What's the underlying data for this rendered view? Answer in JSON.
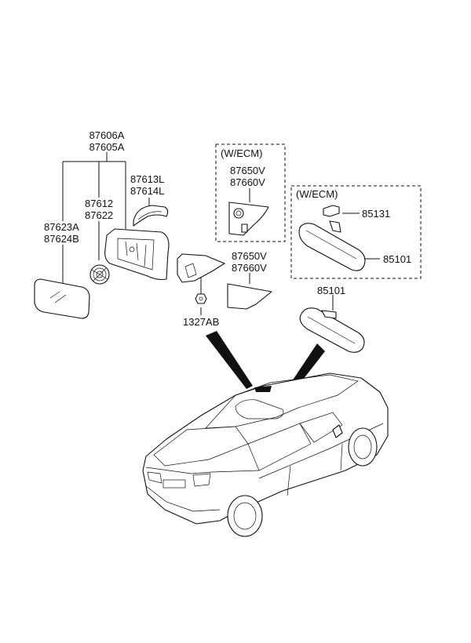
{
  "diagram": {
    "labels": {
      "assy_upper": "87606A",
      "assy_lower": "87605A",
      "cover_upper": "87613L",
      "cover_lower": "87614L",
      "actuator_upper": "87612",
      "actuator_lower": "87622",
      "glass_upper": "87623A",
      "glass_lower": "87624B",
      "ecm_box1_title": "(W/ECM)",
      "ecm_cover_upper": "87650V",
      "ecm_cover_lower": "87660V",
      "ecm_box2_title": "(W/ECM)",
      "sensor_part": "85131",
      "inside_mirror_ecm": "85101",
      "cover_upper_2": "87650V",
      "cover_lower_2": "87660V",
      "inside_mirror": "85101",
      "nut": "1327AB"
    }
  }
}
